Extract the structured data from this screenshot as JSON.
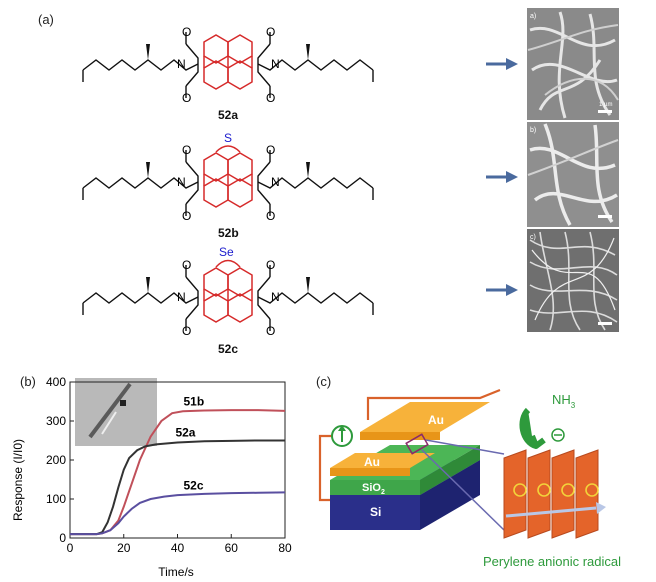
{
  "panel_a": {
    "label": "(a)",
    "compounds": [
      {
        "label": "52a",
        "heteroatom": ""
      },
      {
        "label": "52b",
        "heteroatom": "S"
      },
      {
        "label": "52c",
        "heteroatom": "Se"
      }
    ],
    "atoms": {
      "oxygen": "O",
      "nitrogen": "N"
    },
    "sem_images": [
      {
        "corner": "a)",
        "scalebar": "1 µm"
      },
      {
        "corner": "b)",
        "scalebar": ""
      },
      {
        "corner": "c)",
        "scalebar": ""
      }
    ],
    "colors": {
      "core": "#d62a2a",
      "heteroatom": "#1a1acc",
      "arrow": "#4a6a9e",
      "bonds": "#111111"
    }
  },
  "panel_b": {
    "label": "(b)",
    "chart_data": {
      "type": "line",
      "xlabel": "Time/s",
      "ylabel": "Response (I/I0)",
      "xlim": [
        0,
        80
      ],
      "ylim": [
        0,
        400
      ],
      "xticks": [
        "0",
        "20",
        "40",
        "60",
        "80"
      ],
      "yticks": [
        "0",
        "100",
        "200",
        "300",
        "400"
      ],
      "grid": false,
      "series": [
        {
          "name": "51b",
          "color": "#c0505a",
          "x": [
            0,
            10,
            12,
            15,
            18,
            20,
            23,
            26,
            30,
            34,
            38,
            42,
            50,
            60,
            70,
            80
          ],
          "y": [
            10,
            10,
            12,
            20,
            45,
            80,
            140,
            200,
            260,
            300,
            320,
            325,
            327,
            328,
            328,
            326
          ]
        },
        {
          "name": "52a",
          "color": "#333333",
          "x": [
            0,
            10,
            12,
            14,
            16,
            18,
            20,
            22,
            25,
            28,
            32,
            40,
            50,
            60,
            70,
            80
          ],
          "y": [
            10,
            10,
            15,
            40,
            80,
            130,
            175,
            205,
            225,
            235,
            240,
            245,
            248,
            249,
            250,
            250
          ]
        },
        {
          "name": "52c",
          "color": "#5a4fa0",
          "x": [
            0,
            10,
            12,
            15,
            18,
            20,
            23,
            26,
            30,
            35,
            40,
            50,
            60,
            70,
            80
          ],
          "y": [
            10,
            10,
            12,
            20,
            38,
            55,
            75,
            90,
            100,
            106,
            110,
            113,
            115,
            116,
            117
          ]
        }
      ]
    }
  },
  "panel_c": {
    "label": "(c)",
    "electrode_top": "Au",
    "electrode_bottom": "Au",
    "oxide": "SiO",
    "oxide_sub": "2",
    "substrate": "Si",
    "gas": "NH",
    "gas_sub": "3",
    "caption": "Perylene anionic radical",
    "colors": {
      "au": "#f4a21e",
      "sio2": "#3fa64a",
      "si": "#2a2f8a",
      "wire": "#d9622b",
      "green": "#2e9a3c",
      "sheet": "#e4642a"
    }
  }
}
